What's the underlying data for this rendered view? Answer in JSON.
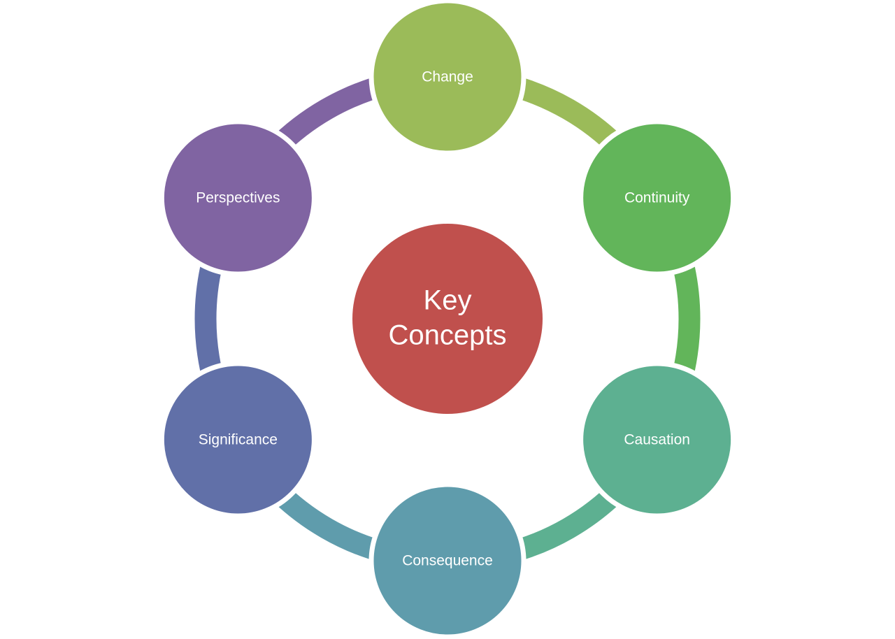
{
  "center": {
    "lines": [
      "Key",
      "Concepts"
    ],
    "color": "#C0504D"
  },
  "nodes": [
    {
      "label": "Change",
      "color": "#9BBB59",
      "arc_color": "#9BBB59"
    },
    {
      "label": "Continuity",
      "color": "#62B55A",
      "arc_color": "#62B55A"
    },
    {
      "label": "Causation",
      "color": "#5DB091",
      "arc_color": "#5DB091"
    },
    {
      "label": "Consequence",
      "color": "#5F9CAC",
      "arc_color": "#5F9CAC"
    },
    {
      "label": "Significance",
      "color": "#6170A8",
      "arc_color": "#6170A8"
    },
    {
      "label": "Perspectives",
      "color": "#8064A2",
      "arc_color": "#8064A2"
    }
  ]
}
